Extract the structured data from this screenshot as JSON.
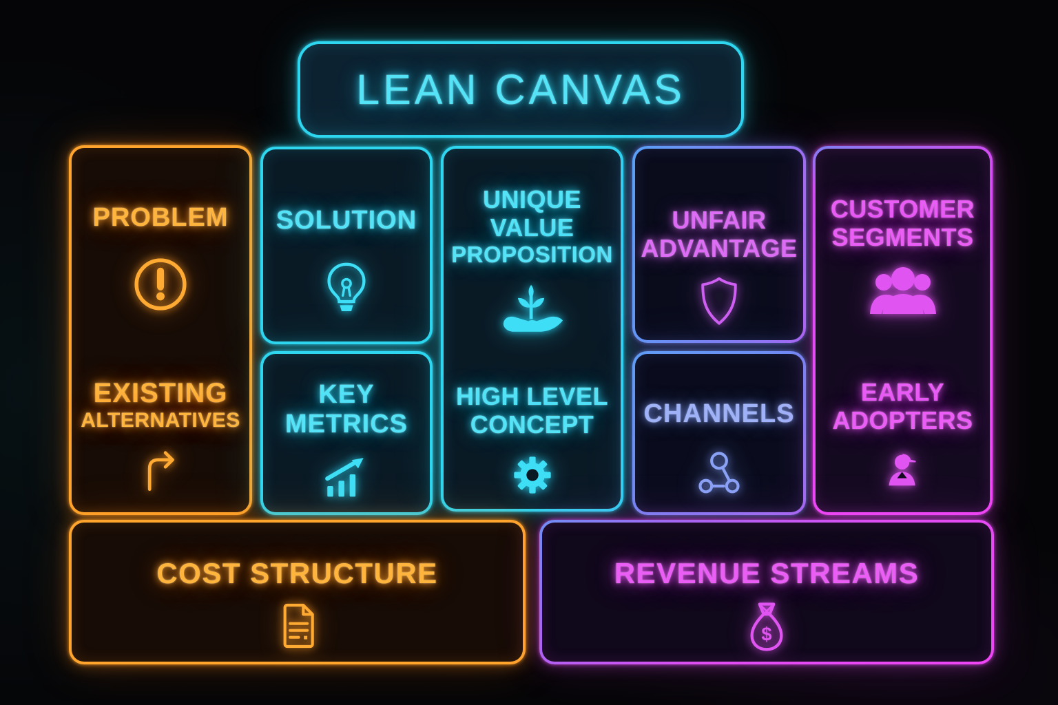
{
  "title": "LEAN CANVAS",
  "palette": {
    "cyan": "#2fd6f0",
    "orange": "#ffa52d",
    "magenta": "#e64cf4",
    "violet": "#dd6df5",
    "blue": "#7d9bf8",
    "background": "#050507"
  },
  "cells": {
    "problem": {
      "title": "PROBLEM",
      "icon": "exclamation-circle",
      "sub_lines": [
        "EXISTING",
        "ALTERNATIVES"
      ],
      "sub_icon": "turn-right-arrow"
    },
    "solution": {
      "title": "SOLUTION",
      "icon": "lightbulb"
    },
    "key_metrics": {
      "title_lines": [
        "KEY",
        "METRICS"
      ],
      "icon": "growth-chart"
    },
    "unique_value_proposition": {
      "title_lines": [
        "UNIQUE",
        "VALUE",
        "PROPOSITION"
      ],
      "icon": "hand-plant",
      "sub_lines": [
        "HIGH LEVEL",
        "CONCEPT"
      ],
      "sub_icon": "gear"
    },
    "unfair_advantage": {
      "title_lines": [
        "UNFAIR",
        "ADVANTAGE"
      ],
      "icon": "shield"
    },
    "channels": {
      "title": "CHANNELS",
      "icon": "network-nodes"
    },
    "customer_segments": {
      "title_lines": [
        "CUSTOMER",
        "SEGMENTS"
      ],
      "icon": "people-group",
      "sub_lines": [
        "EARLY",
        "ADOPTERS"
      ],
      "sub_icon": "person-cap"
    },
    "cost_structure": {
      "title": "COST STRUCTURE",
      "icon": "document"
    },
    "revenue_streams": {
      "title": "REVENUE STREAMS",
      "icon": "money-bag"
    }
  }
}
